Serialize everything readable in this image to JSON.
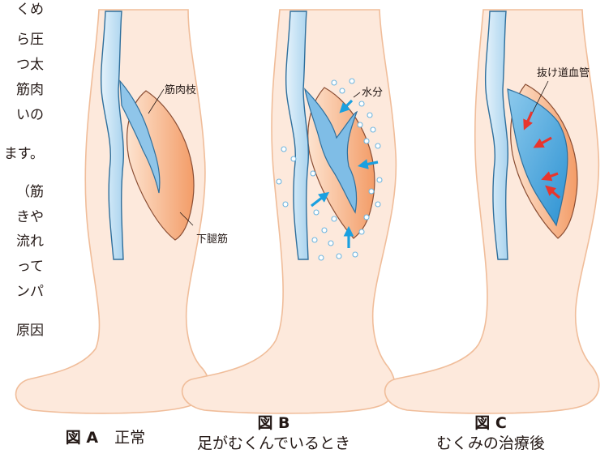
{
  "side_text": {
    "lines": [
      "くめ",
      "ら圧",
      "つ太",
      "筋肉",
      "いの",
      "ます。",
      "（筋",
      "きや",
      "流れ",
      "って",
      "ンパ",
      "原因"
    ]
  },
  "figures": [
    {
      "title": "図 A",
      "caption": "正常",
      "labels": {
        "branch": "筋肉枝",
        "muscle": "下腿筋"
      }
    },
    {
      "title": "図 B",
      "caption": "足がむくんでいるとき",
      "labels": {
        "water": "水分"
      }
    },
    {
      "title": "図 C",
      "caption": "むくみの治療後",
      "labels": {
        "escape": "抜け道血管"
      }
    }
  ],
  "colors": {
    "skin": "#fde9dc",
    "skin_outline": "#f0bd9a",
    "vein_fill": "#cfe6f5",
    "vein_dark": "#2f6f9c",
    "vein_blue": "#3ea3dc",
    "muscle_light": "#fde3cf",
    "muscle_dark": "#f39c67",
    "arrow_blue": "#1aa0e0",
    "arrow_red": "#e8352d",
    "dot_fill": "#ffffff",
    "dot_stroke": "#6fb6e0"
  }
}
